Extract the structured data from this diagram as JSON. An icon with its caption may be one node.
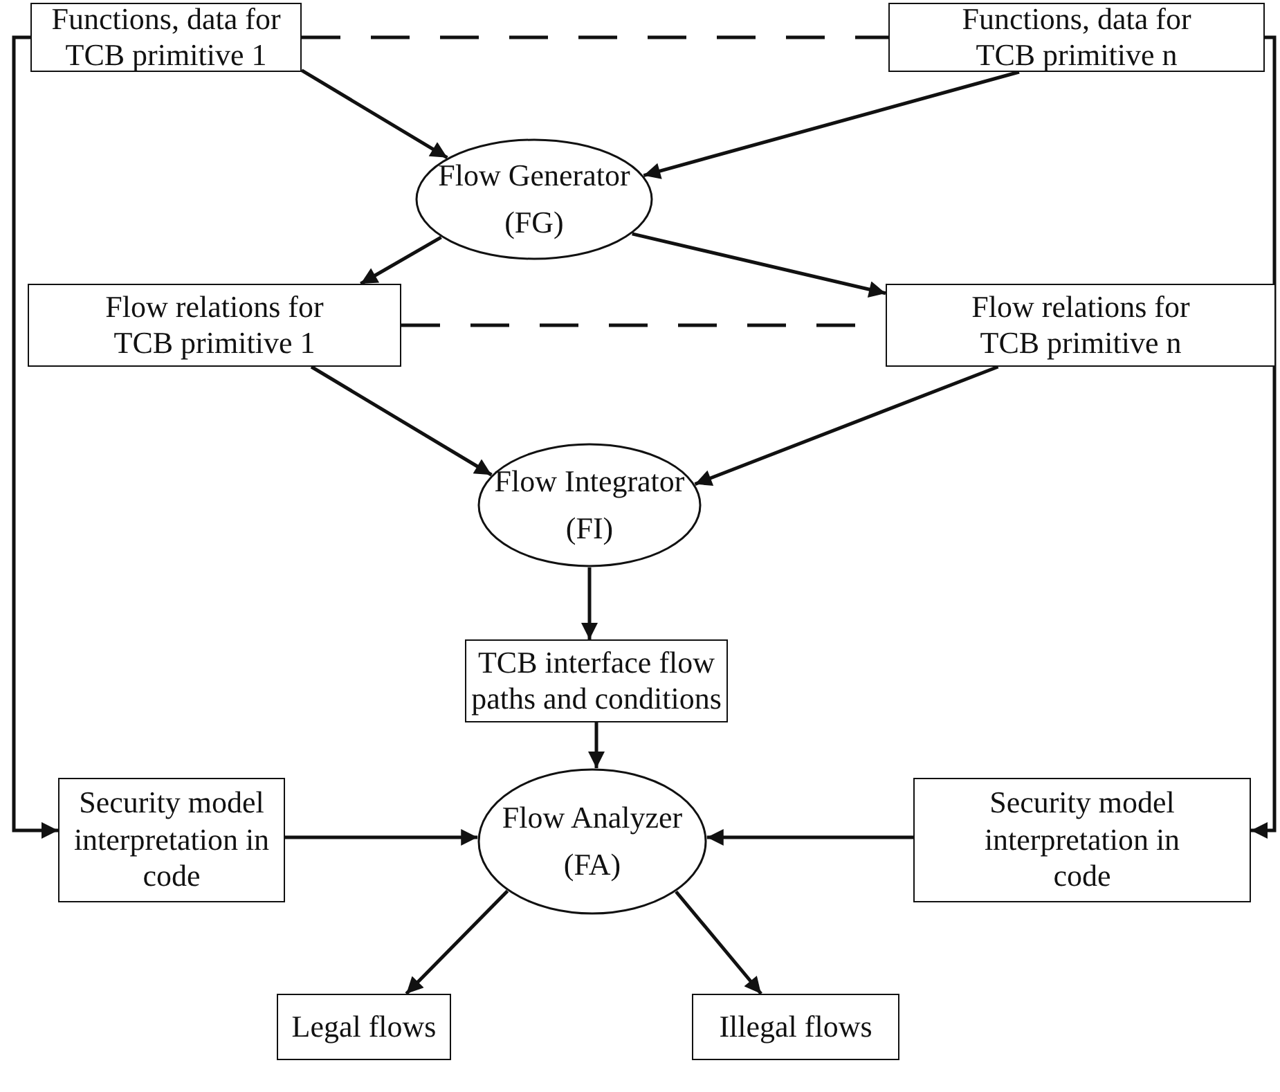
{
  "diagram": {
    "nodes": [
      {
        "text": [
          "Functions, data for TCB primitive 1"
        ]
      },
      {
        "text": [
          "Functions, data for TCB primitive n"
        ]
      },
      {
        "text": [
          "Flow Generator",
          "(FG)"
        ]
      },
      {
        "text": [
          "Flow relations for TCB primitive 1"
        ]
      },
      {
        "text": [
          "Flow relations for TCB primitive n"
        ]
      },
      {
        "text": [
          "Flow Integrator",
          "(FI)"
        ]
      },
      {
        "text": [
          "TCB interface flow paths and conditions"
        ]
      },
      {
        "text": [
          "Security model interpretation in code"
        ]
      },
      {
        "text": [
          "Flow Analyzer",
          "(FA)"
        ]
      },
      {
        "text": [
          "Security model interpretation in code"
        ]
      },
      {
        "text": [
          "Legal flows"
        ]
      },
      {
        "text": [
          "Illegal flows"
        ]
      }
    ],
    "edges": [
      {
        "from": 0,
        "to": 1,
        "arrow": "none",
        "style": "dashed"
      },
      {
        "from": 0,
        "to": 2,
        "arrow": "to"
      },
      {
        "from": 1,
        "to": 2,
        "arrow": "to"
      },
      {
        "from": 2,
        "to": 3,
        "arrow": "to"
      },
      {
        "from": 2,
        "to": 4,
        "arrow": "to"
      },
      {
        "from": 3,
        "to": 4,
        "arrow": "none",
        "style": "dashed"
      },
      {
        "from": 3,
        "to": 5,
        "arrow": "to"
      },
      {
        "from": 4,
        "to": 5,
        "arrow": "to"
      },
      {
        "from": 5,
        "to": 6,
        "arrow": "to"
      },
      {
        "from": 6,
        "to": 8,
        "arrow": "to"
      },
      {
        "from": 0,
        "to": 7,
        "arrow": "to"
      },
      {
        "from": 7,
        "to": 8,
        "arrow": "to"
      },
      {
        "from": 1,
        "to": 9,
        "arrow": "to"
      },
      {
        "from": 9,
        "to": 8,
        "arrow": "to"
      },
      {
        "from": 8,
        "to": 10,
        "arrow": "to"
      },
      {
        "from": 8,
        "to": 11,
        "arrow": "to"
      }
    ]
  }
}
